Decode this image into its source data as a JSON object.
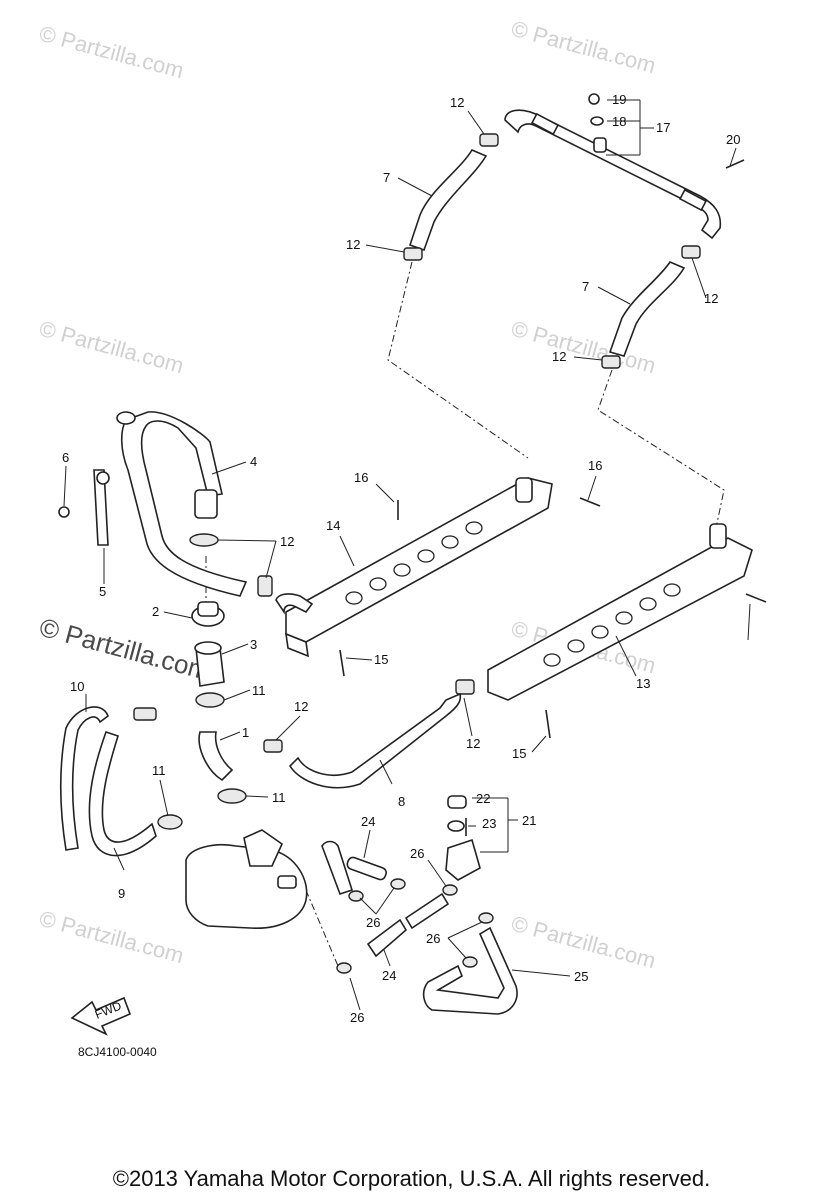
{
  "watermarks": {
    "small": "© Partzilla.com",
    "large": "© Partzilla.com"
  },
  "callouts": {
    "c1": "1",
    "c2": "2",
    "c3": "3",
    "c4": "4",
    "c5": "5",
    "c6": "6",
    "c7a": "7",
    "c7b": "7",
    "c8": "8",
    "c9": "9",
    "c10": "10",
    "c11a": "11",
    "c11b": "11",
    "c11c": "11",
    "c12a": "12",
    "c12b": "12",
    "c12c": "12",
    "c12d": "12",
    "c12e": "12",
    "c12f": "12",
    "c12g": "12",
    "c13": "13",
    "c14": "14",
    "c15a": "15",
    "c15b": "15",
    "c16a": "16",
    "c16b": "16",
    "c17": "17",
    "c18": "18",
    "c19": "19",
    "c20": "20",
    "c21": "21",
    "c22": "22",
    "c23": "23",
    "c24a": "24",
    "c24b": "24",
    "c25": "25",
    "c26a": "26",
    "c26b": "26",
    "c26c": "26",
    "c26d": "26"
  },
  "fwd_label": "FWD",
  "diagram_code": "8CJ4100-0040",
  "copyright": "©2013  Yamaha Motor Corporation, U.S.A. All rights reserved."
}
